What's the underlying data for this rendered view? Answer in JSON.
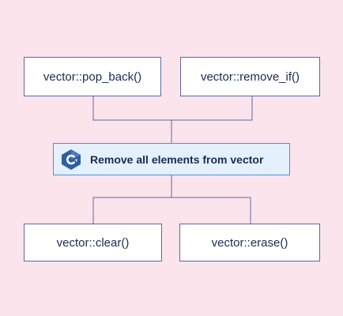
{
  "diagram": {
    "center_label": "Remove all elements from vector",
    "center_icon": "cpp-logo-icon",
    "top_nodes": [
      "vector::pop_back()",
      "vector::remove_if()"
    ],
    "bottom_nodes": [
      "vector::clear()",
      "vector::erase()"
    ],
    "colors": {
      "background": "#fce4ec",
      "node_border": "#5b6aa0",
      "center_fill": "#e4f1fd",
      "center_border": "#4f8fd6",
      "text": "#1b2a52",
      "logo": "#2f5f9e"
    }
  }
}
